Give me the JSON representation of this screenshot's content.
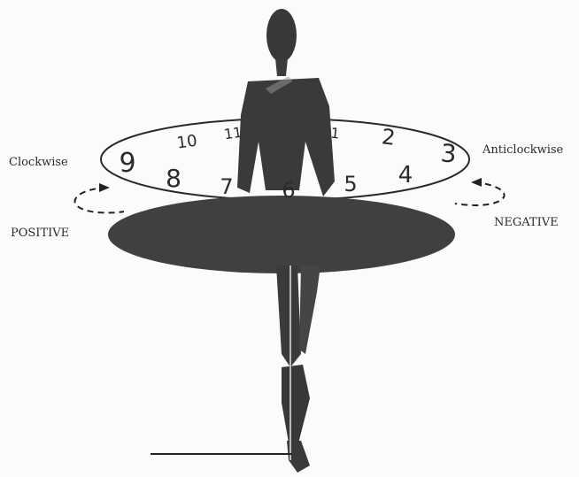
{
  "labels": {
    "left_direction": "Clockwise",
    "right_direction": "Anticlockwise",
    "left_sign": "POSITIVE",
    "right_sign": "NEGATIVE"
  },
  "clock_face": {
    "numbers": [
      "10",
      "11",
      "1",
      "2",
      "3",
      "9",
      "8",
      "7",
      "6",
      "5",
      "4"
    ]
  },
  "colors": {
    "figure": "#3a3a3a",
    "disk": "#404040",
    "line": "#222222"
  }
}
